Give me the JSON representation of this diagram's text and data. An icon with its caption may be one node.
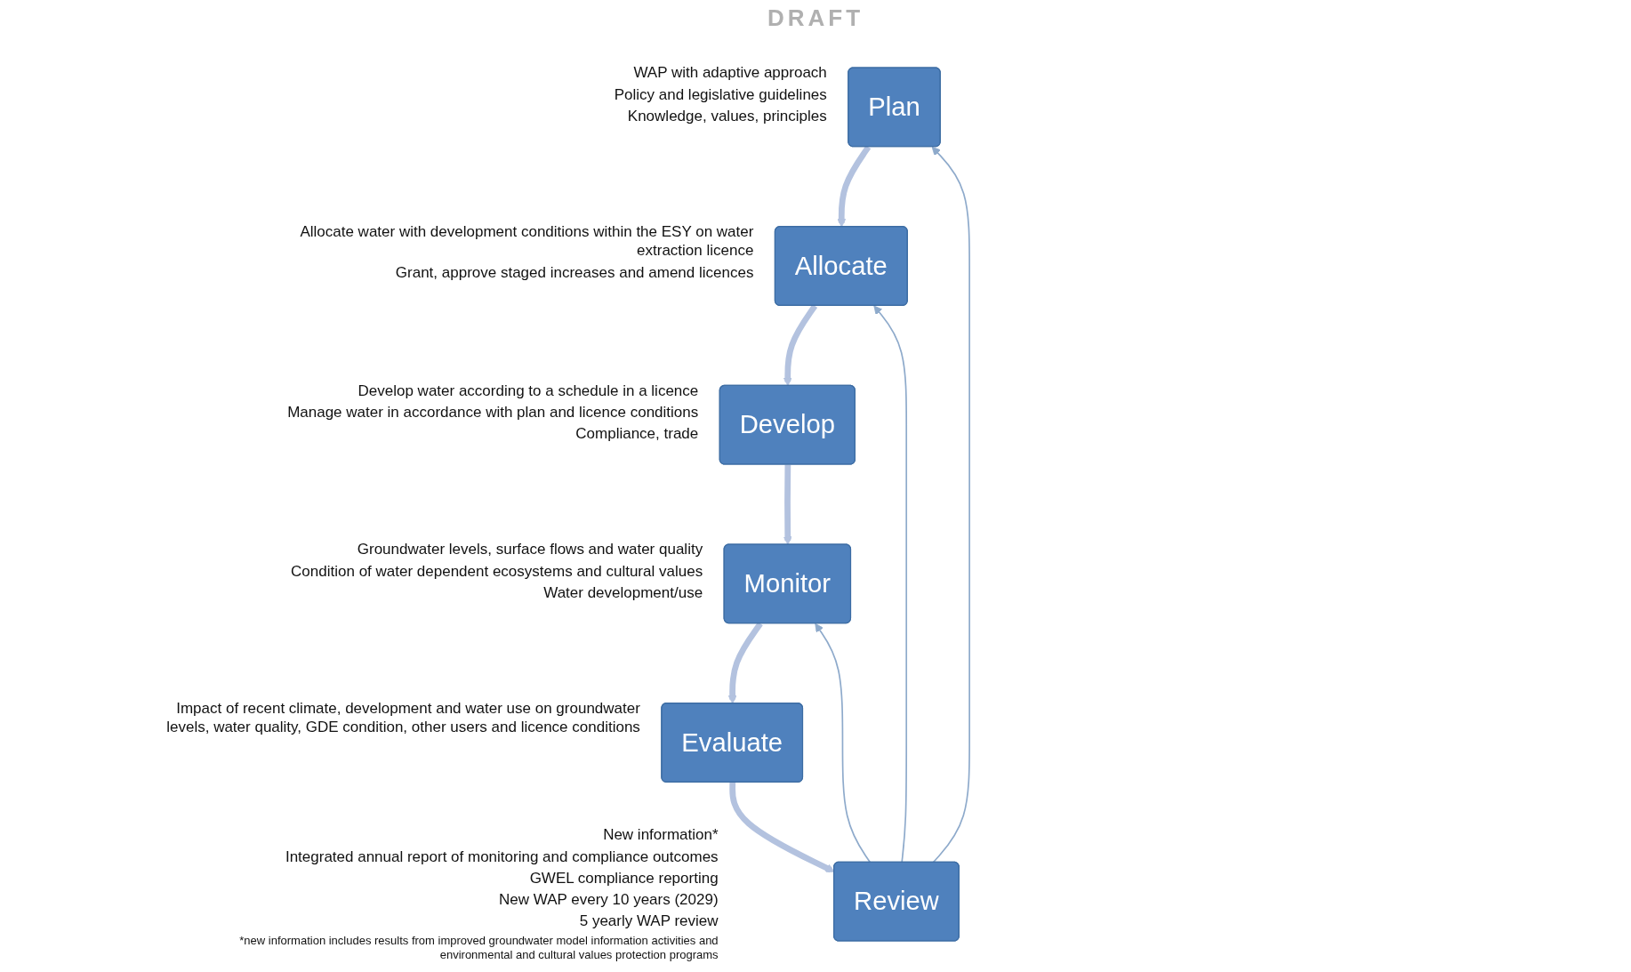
{
  "diagram": {
    "nodes": [
      {
        "text": [
          "Plan"
        ],
        "beside": [
          "WAP with adaptive approach",
          "Policy and legislative guidelines",
          "Knowledge, values, principles"
        ]
      },
      {
        "text": [
          "Allocate"
        ],
        "beside": [
          "Allocate water with development conditions within the ESY on water extraction licence",
          "Grant, approve staged increases and amend licences"
        ]
      },
      {
        "text": [
          "Develop"
        ],
        "beside": [
          "Develop water according to a schedule in a licence",
          "Manage water in accordance with plan and licence conditions",
          "Compliance, trade"
        ]
      },
      {
        "text": [
          "Monitor"
        ],
        "beside": [
          "Groundwater levels, surface flows and water quality",
          "Condition of water dependent ecosystems and cultural values",
          "Water development/use"
        ]
      },
      {
        "text": [
          "Evaluate"
        ],
        "beside": [
          "Impact of recent climate, development and water use on groundwater levels, water quality, GDE condition, other users and licence conditions"
        ]
      },
      {
        "text": [
          "Review"
        ],
        "beside": [
          "New information*",
          "Integrated annual report of monitoring and compliance outcomes",
          "GWEL compliance reporting",
          "New WAP every 10 years (2029)",
          "5 yearly WAP review",
          "*new information includes results from improved groundwater model information activities and environmental and cultural values protection programs"
        ]
      }
    ],
    "edges": [
      {
        "from": 0,
        "to": 1,
        "arrow": "to"
      },
      {
        "from": 1,
        "to": 2,
        "arrow": "to"
      },
      {
        "from": 2,
        "to": 3,
        "arrow": "to"
      },
      {
        "from": 3,
        "to": 4,
        "arrow": "to"
      },
      {
        "from": 4,
        "to": 5,
        "arrow": "to"
      },
      {
        "from": 5,
        "to": 3,
        "arrow": "to",
        "color": "#8eaacb"
      },
      {
        "from": 5,
        "to": 1,
        "arrow": "to",
        "color": "#8eaacb"
      },
      {
        "from": 5,
        "to": 0,
        "arrow": "to",
        "color": "#8eaacb"
      }
    ],
    "labels": [
      "DRAFT"
    ]
  }
}
